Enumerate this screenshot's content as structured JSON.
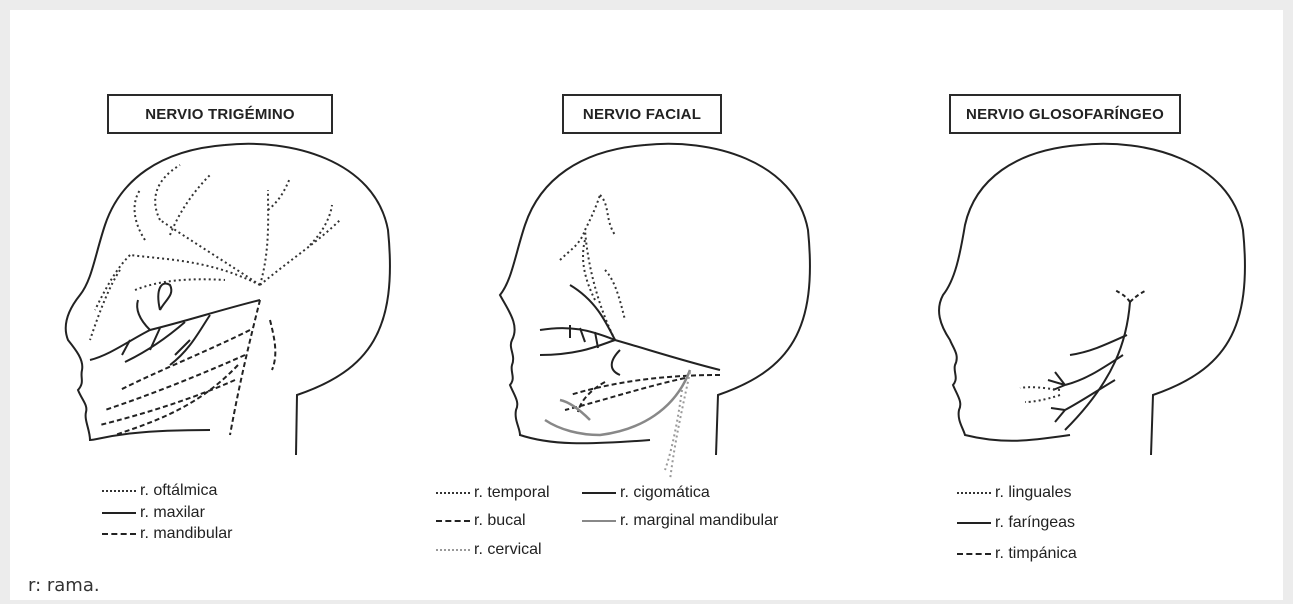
{
  "panels": [
    {
      "title": "NERVIO TRIGÉMINO",
      "legend": [
        {
          "label": "r. oftálmica",
          "style": "dotted"
        },
        {
          "label": "r. maxilar",
          "style": "solid"
        },
        {
          "label": "r. mandibular",
          "style": "dashed"
        }
      ]
    },
    {
      "title": "NERVIO FACIAL",
      "legend": [
        {
          "label": "r. temporal",
          "style": "dotted"
        },
        {
          "label": "r. cigomática",
          "style": "solid"
        },
        {
          "label": "r. bucal",
          "style": "dashed"
        },
        {
          "label": "r. marginal mandibular",
          "style": "gray-solid"
        },
        {
          "label": "r. cervical",
          "style": "gray-dotted"
        }
      ]
    },
    {
      "title": "NERVIO GLOSOFARÍNGEO",
      "legend": [
        {
          "label": "r. linguales",
          "style": "dotted"
        },
        {
          "label": "r. faríngeas",
          "style": "solid"
        },
        {
          "label": "r. timpánica",
          "style": "dashed"
        }
      ]
    }
  ],
  "footnote": "r: rama.",
  "colors": {
    "line": "#222222",
    "gray_line": "#888888",
    "background": "#ffffff"
  }
}
